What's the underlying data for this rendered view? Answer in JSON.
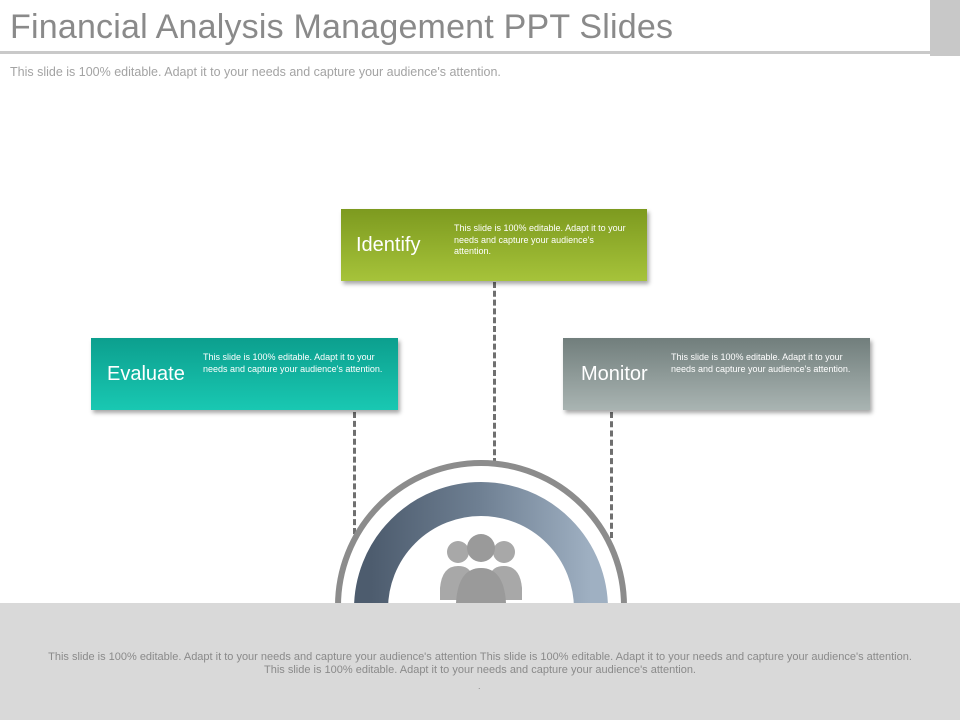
{
  "header": {
    "title": "Financial Analysis Management PPT Slides",
    "subtitle": "This slide is 100% editable. Adapt it to your needs and capture your audience's attention."
  },
  "boxes": {
    "identify": {
      "label": "Identify",
      "text": "This slide is 100% editable. Adapt it to your needs and capture your audience's attention.",
      "color": "#96b32e"
    },
    "evaluate": {
      "label": "Evaluate",
      "text": "This slide is 100% editable. Adapt it to your needs and capture your audience's attention.",
      "color": "#14b8a4"
    },
    "monitor": {
      "label": "Monitor",
      "text": "This slide is 100% editable. Adapt it to your needs and capture your audience's attention.",
      "color": "#8f9c9a"
    }
  },
  "center": {
    "icon": "users-group-icon"
  },
  "footer": {
    "text": "This slide is 100% editable. Adapt it to your needs and capture your audience's attention This slide is 100% editable. Adapt it to your needs and capture your audience's attention. This slide is 100% editable. Adapt it to your needs and capture your audience's attention.",
    "dot": "."
  }
}
